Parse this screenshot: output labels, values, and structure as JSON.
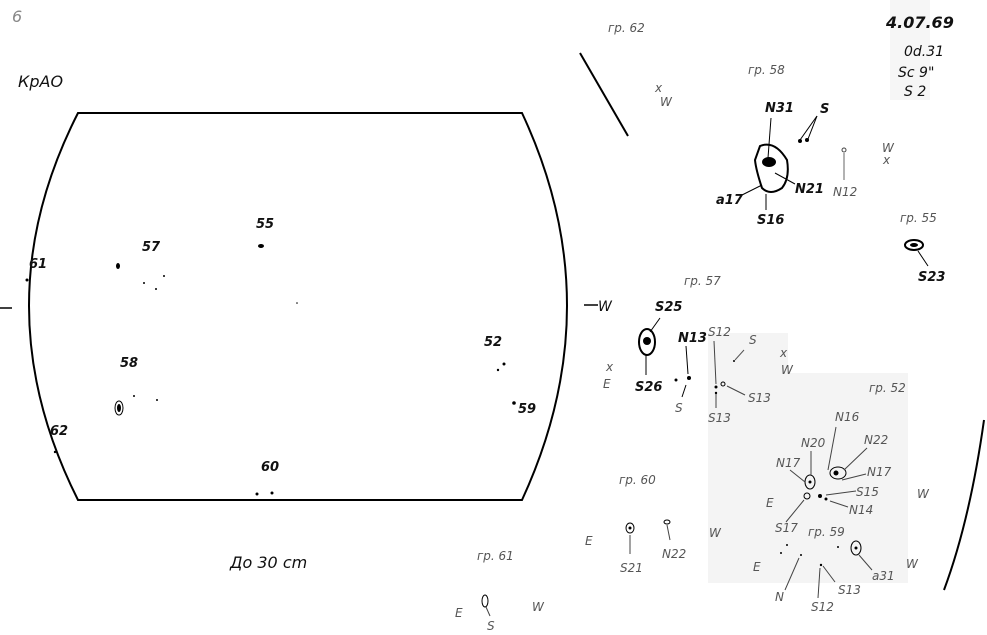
{
  "sheet_number": "6",
  "observatory": "КрАО",
  "caption": "До 30 cm",
  "disk": {
    "west_label": "W",
    "group_labels": [
      "55",
      "57",
      "61",
      "58",
      "52",
      "59",
      "62",
      "60"
    ]
  },
  "header": {
    "date": "4.07.69",
    "time": "0d.31",
    "seeing": "Sc  9\"",
    "scale": "S  2"
  },
  "groups": {
    "g62": {
      "title": "гр. 62",
      "cross": "x",
      "dir": "W"
    },
    "g58": {
      "title": "гр. 58",
      "labels": [
        "N31",
        "S",
        "a17",
        "N21",
        "S16",
        "N12"
      ],
      "cross": "x",
      "dir": "W"
    },
    "g55": {
      "title": "гр. 55",
      "labels": [
        "S23"
      ]
    },
    "g57": {
      "title": "гр. 57",
      "labels": [
        "S25",
        "N13",
        "S26",
        "S",
        "S12",
        "S",
        "S13",
        "S13"
      ],
      "cross": "x",
      "dir_e": "E",
      "dir_w": "W"
    },
    "g52": {
      "title": "гр. 52",
      "labels": [
        "N16",
        "N20",
        "N22",
        "N17",
        "N17",
        "S15",
        "N14",
        "S17"
      ],
      "dir_e": "E",
      "dir_w": "W"
    },
    "g59": {
      "title": "гр. 59",
      "labels": [
        "N",
        "S12",
        "S13",
        "a31"
      ],
      "dir_e": "E",
      "dir_w": "W"
    },
    "g60": {
      "title": "гр. 60",
      "labels": [
        "S21",
        "N22"
      ],
      "dir_e": "E",
      "dir_w": "W"
    },
    "g61": {
      "title": "гр. 61",
      "labels": [
        "S"
      ],
      "dir_e": "E",
      "dir_w": "W"
    }
  }
}
